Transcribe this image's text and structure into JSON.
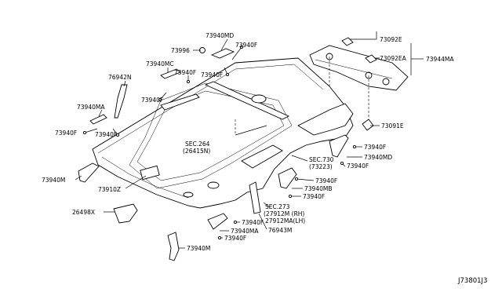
{
  "diagram_code": "J73801J3",
  "labels": {
    "l73996": "73996",
    "l73940MD_top": "73940MD",
    "l73940F_top": "73940F",
    "l73940MC": "73940MC",
    "l73940F_mc": "73940F",
    "l76942N": "76942N",
    "l73940F_a": "73940F",
    "l73940MA_left": "73940MA",
    "l73940F_left": "73940F",
    "l73940F_left2": "73940F",
    "l73940M_left": "73940M",
    "l73910Z": "73910Z",
    "l26498X": "26498X",
    "l73092E": "73092E",
    "l73092EA": "73092EA",
    "l73944MA": "73944MA",
    "l73091E": "73091E",
    "l73940F_r1": "73940F",
    "l73940MD_r": "73940MD",
    "l73940F_r2": "73940F",
    "l73940F_mb1": "73940F",
    "l73940MB": "73940MB",
    "l73940F_mb2": "73940F",
    "l73940F_b1": "73940F",
    "l73940MA_b": "73940MA",
    "l73940F_b2": "73940F",
    "l73940M_b": "73940M",
    "l76943M": "76943M",
    "sec264_a": "SEC.264",
    "sec264_b": "(26415N)",
    "sec730_a": "SEC.730",
    "sec730_b": "(73223)",
    "sec273_a": "SEC.273",
    "sec273_b": "(27912M (RH)",
    "sec273_c": "27912MA(LH)"
  }
}
